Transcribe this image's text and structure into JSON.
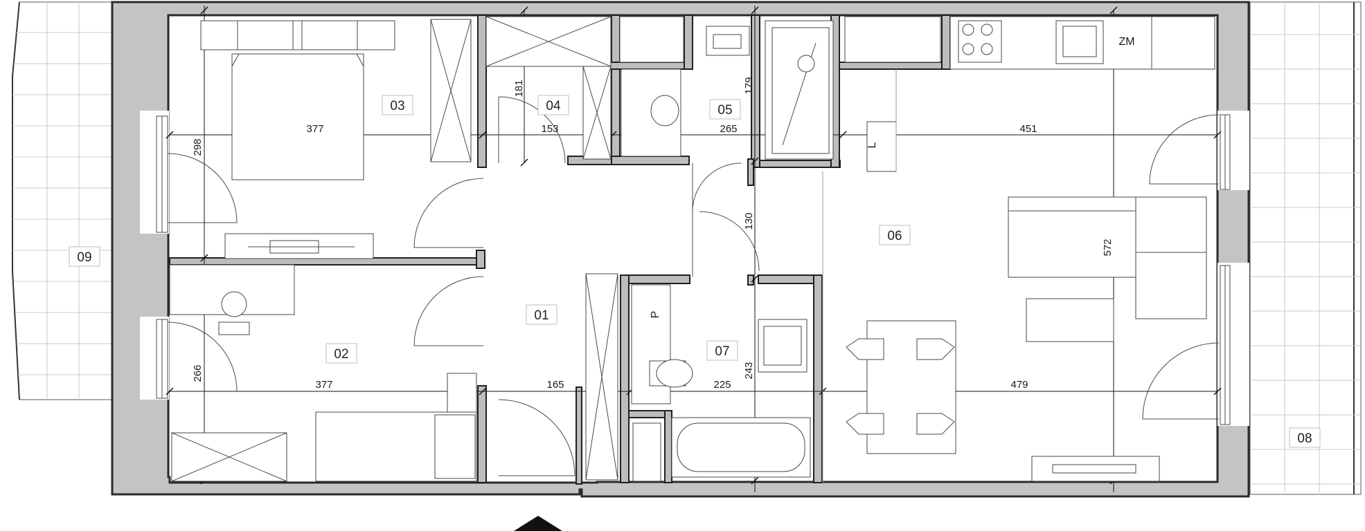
{
  "rooms": [
    {
      "id": "01",
      "label": "01"
    },
    {
      "id": "02",
      "label": "02"
    },
    {
      "id": "03",
      "label": "03"
    },
    {
      "id": "04",
      "label": "04"
    },
    {
      "id": "05",
      "label": "05"
    },
    {
      "id": "06",
      "label": "06"
    },
    {
      "id": "07",
      "label": "07"
    },
    {
      "id": "08",
      "label": "08"
    },
    {
      "id": "09",
      "label": "09"
    }
  ],
  "dimensions": {
    "bedroom03_width": "377",
    "bedroom03_height": "298",
    "closet04_width": "153",
    "closet04_height": "181",
    "bath05_width": "265",
    "bath05_height": "179",
    "living06_width": "451",
    "living06_height": "572",
    "corridor_height": "130",
    "room02_width": "377",
    "room02_height": "266",
    "hall01_width": "165",
    "bath07_width": "225",
    "bath07_height": "243",
    "living06_lower_width": "479"
  },
  "fixture_tags": {
    "fridge": "ZM",
    "wardrobe_l": "L",
    "wardrobe_p": "P"
  },
  "colors": {
    "wall_fill": "#c4c4c4",
    "wall_stroke": "#2a2a2a",
    "line": "#444444",
    "background": "#ffffff"
  }
}
